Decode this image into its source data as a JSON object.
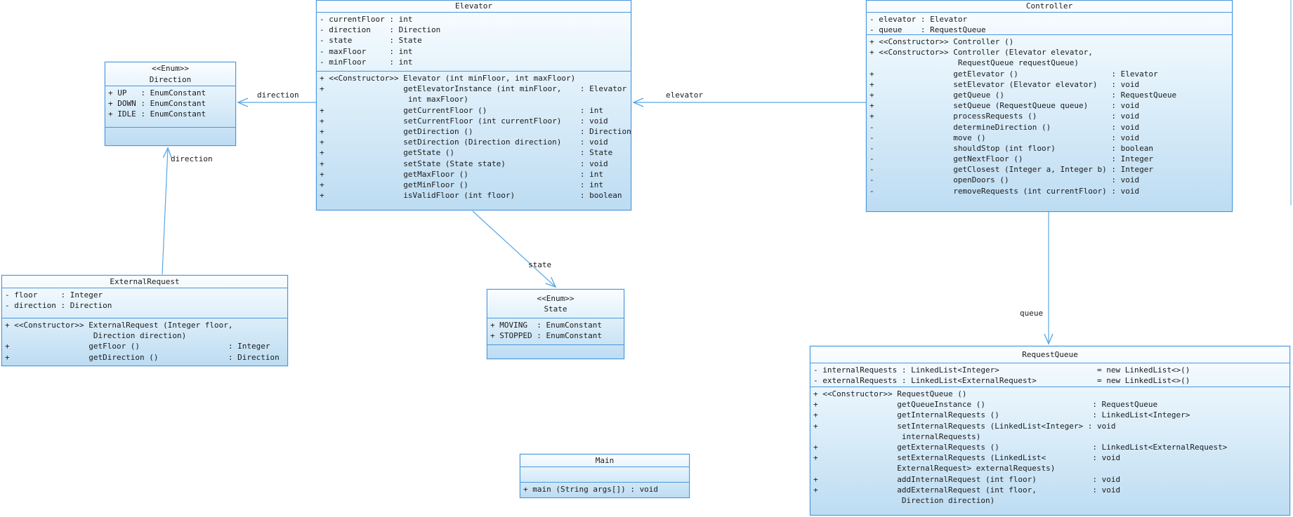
{
  "colors": {
    "box_border": "#4a97dc",
    "box_fill_top": "#fbfdff",
    "box_fill_bottom": "#bddcf2",
    "connector": "#5ba7e3",
    "text": "#1b1b1b"
  },
  "classes": {
    "elevator": {
      "name": "Elevator",
      "attributes": [
        "- currentFloor : int",
        "- direction    : Direction",
        "- state        : State",
        "- maxFloor     : int",
        "- minFloor     : int"
      ],
      "methods": [
        "+ <<Constructor>> Elevator (int minFloor, int maxFloor)",
        "+                 getElevatorInstance (int minFloor,    : Elevator",
        "                   int maxFloor)",
        "+                 getCurrentFloor ()                    : int",
        "+                 setCurrentFloor (int currentFloor)    : void",
        "+                 getDirection ()                       : Direction",
        "+                 setDirection (Direction direction)    : void",
        "+                 getState ()                           : State",
        "+                 setState (State state)                : void",
        "+                 getMaxFloor ()                        : int",
        "+                 getMinFloor ()                        : int",
        "+                 isValidFloor (int floor)              : boolean"
      ]
    },
    "controller": {
      "name": "Controller",
      "attributes": [
        "- elevator : Elevator",
        "- queue    : RequestQueue"
      ],
      "methods": [
        "+ <<Constructor>> Controller ()",
        "+ <<Constructor>> Controller (Elevator elevator,",
        "                   RequestQueue requestQueue)",
        "+                 getElevator ()                    : Elevator",
        "+                 setElevator (Elevator elevator)   : void",
        "+                 getQueue ()                       : RequestQueue",
        "+                 setQueue (RequestQueue queue)     : void",
        "+                 processRequests ()                : void",
        "-                 determineDirection ()             : void",
        "-                 move ()                           : void",
        "-                 shouldStop (int floor)            : boolean",
        "-                 getNextFloor ()                   : Integer",
        "-                 getClosest (Integer a, Integer b) : Integer",
        "-                 openDoors ()                      : void",
        "-                 removeRequests (int currentFloor) : void"
      ]
    },
    "direction": {
      "stereotype": "<<Enum>>",
      "name": "Direction",
      "attributes": [
        "+ UP   : EnumConstant",
        "+ DOWN : EnumConstant",
        "+ IDLE : EnumConstant"
      ],
      "methods": []
    },
    "state": {
      "stereotype": "<<Enum>>",
      "name": "State",
      "attributes": [
        "+ MOVING  : EnumConstant",
        "+ STOPPED : EnumConstant"
      ],
      "methods": []
    },
    "external_request": {
      "name": "ExternalRequest",
      "attributes": [
        "- floor     : Integer",
        "- direction : Direction"
      ],
      "methods": [
        "+ <<Constructor>> ExternalRequest (Integer floor,",
        "                   Direction direction)",
        "+                 getFloor ()                   : Integer",
        "+                 getDirection ()               : Direction"
      ]
    },
    "main": {
      "name": "Main",
      "attributes": [],
      "methods": [
        "+ main (String args[]) : void"
      ]
    },
    "request_queue": {
      "name": "RequestQueue",
      "attributes": [
        "- internalRequests : LinkedList<Integer>                     = new LinkedList<>()",
        "- externalRequests : LinkedList<ExternalRequest>             = new LinkedList<>()"
      ],
      "methods": [
        "+ <<Constructor>> RequestQueue ()",
        "+                 getQueueInstance ()                       : RequestQueue",
        "+                 getInternalRequests ()                    : LinkedList<Integer>",
        "+                 setInternalRequests (LinkedList<Integer> : void",
        "                   internalRequests)",
        "+                 getExternalRequests ()                    : LinkedList<ExternalRequest>",
        "+                 setExternalRequests (LinkedList<          : void",
        "                  ExternalRequest> externalRequests)",
        "+                 addInternalRequest (int floor)            : void",
        "+                 addExternalRequest (int floor,            : void",
        "                   Direction direction)"
      ]
    }
  },
  "connectors": {
    "elevator_to_direction": {
      "label": "direction"
    },
    "external_request_to_direction": {
      "label": "direction"
    },
    "controller_to_elevator": {
      "label": "elevator"
    },
    "elevator_to_state": {
      "label": "state"
    },
    "controller_to_request_queue": {
      "label": "queue"
    }
  }
}
